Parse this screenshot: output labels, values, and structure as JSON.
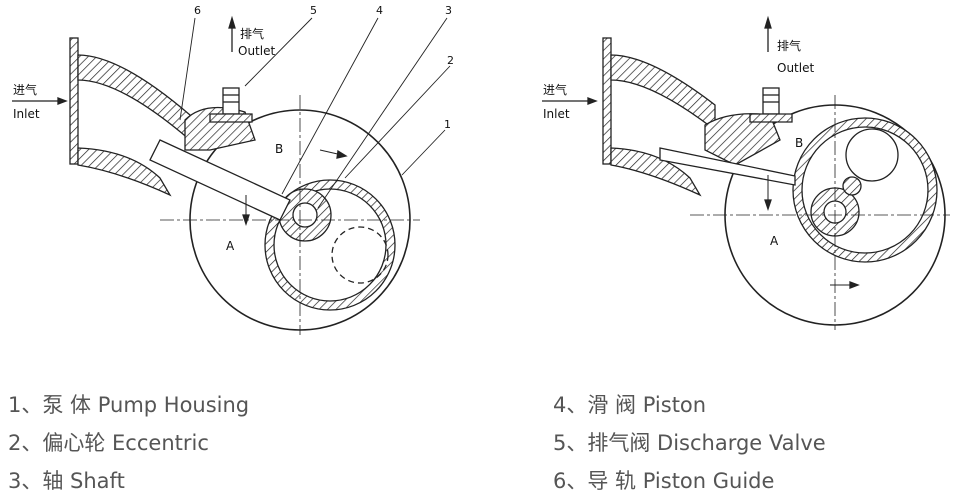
{
  "diagram_left": {
    "inlet_cn": "进气",
    "inlet_en": "Inlet",
    "outlet_cn": "排气",
    "outlet_en": "Outlet",
    "chamber_a": "A",
    "chamber_b": "B",
    "callouts": [
      "1",
      "2",
      "3",
      "4",
      "5",
      "6"
    ]
  },
  "diagram_right": {
    "inlet_cn": "进气",
    "inlet_en": "Inlet",
    "outlet_cn": "排气",
    "outlet_en": "Outlet",
    "chamber_a": "A",
    "chamber_b": "B"
  },
  "legend": {
    "left": [
      "1、泵 体 Pump Housing",
      "2、偏心轮 Eccentric",
      "3、轴 Shaft"
    ],
    "right": [
      "4、滑 阀 Piston",
      "5、排气阀 Discharge Valve",
      "6、导 轨 Piston Guide"
    ]
  }
}
